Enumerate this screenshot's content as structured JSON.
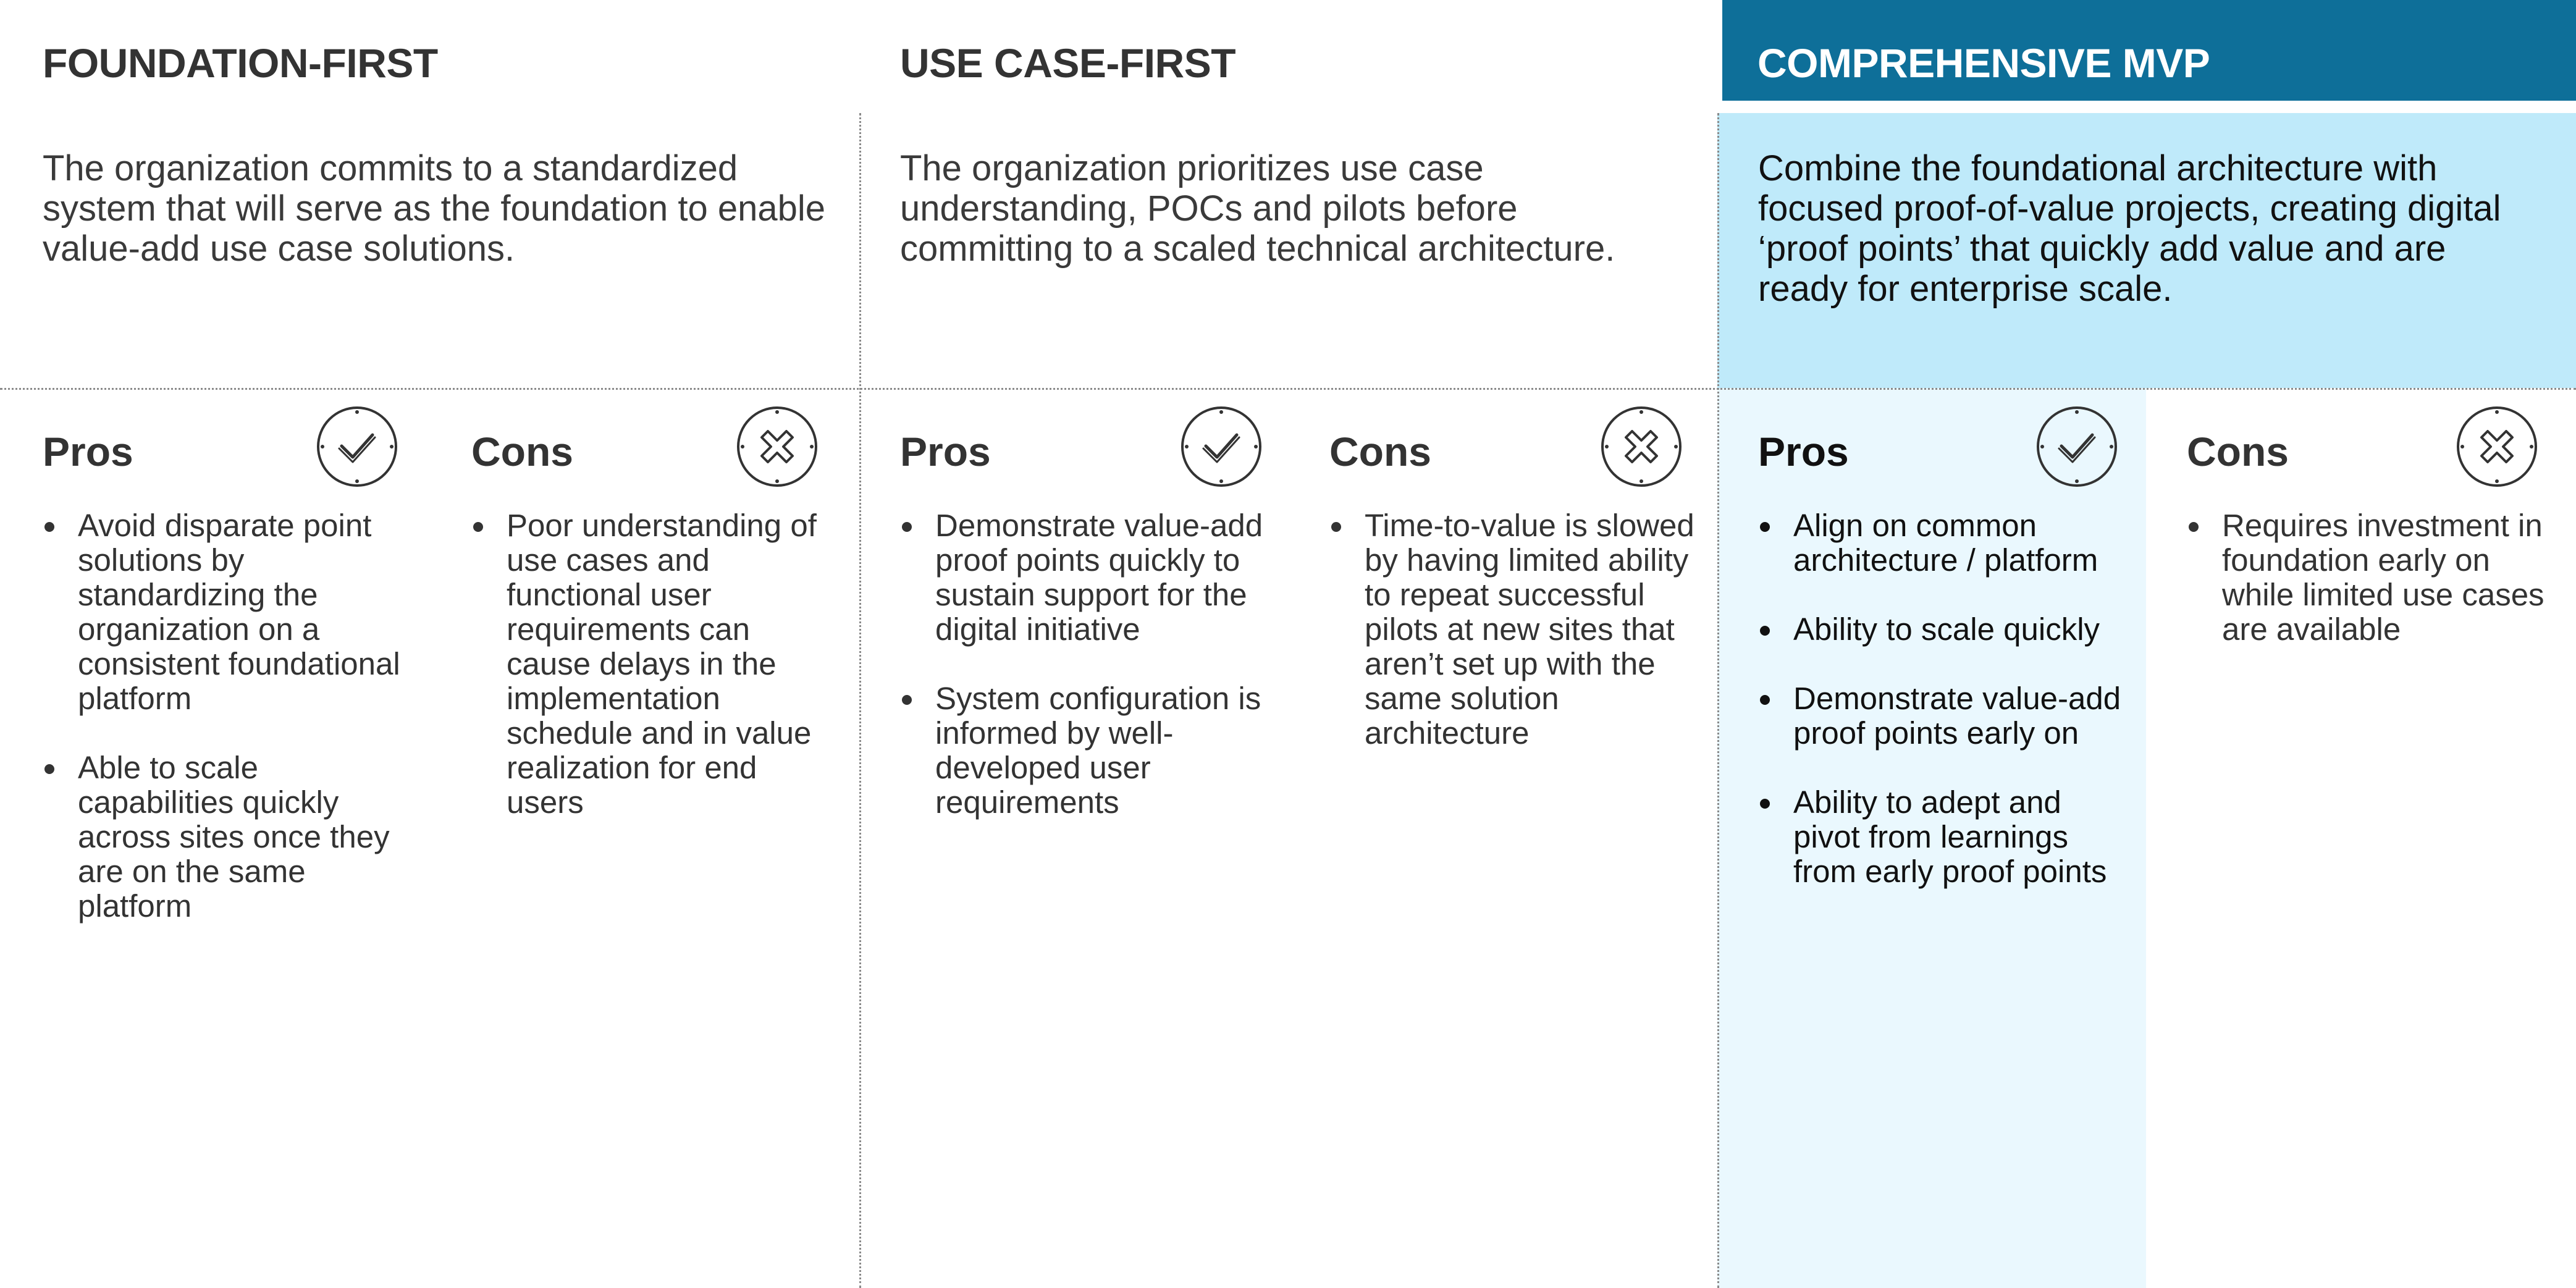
{
  "columns": [
    {
      "title": "FOUNDATION-FIRST",
      "description": "The organization commits to a standardized system that will serve as the foundation to enable value-add use case solutions.",
      "pros": {
        "label": "Pros",
        "items": [
          "Avoid disparate point solutions by standardizing the organization on a consistent foundational platform",
          "Able to scale capabilities quickly across sites once they are on the same platform"
        ]
      },
      "cons": {
        "label": "Cons",
        "items": [
          "Poor understanding of use cases and functional user requirements can cause delays in the implementation schedule and in value realization for end users"
        ]
      }
    },
    {
      "title": "USE CASE-FIRST",
      "description": "The organization prioritizes use case understanding, POCs and pilots before committing to a scaled technical architecture.",
      "pros": {
        "label": "Pros",
        "items": [
          "Demonstrate value-add proof points quickly to sustain support for the digital initiative",
          "System configuration is informed by well-developed user requirements"
        ]
      },
      "cons": {
        "label": "Cons",
        "items": [
          "Time-to-value is slowed by having limited ability to repeat successful pilots at new sites that aren’t set up with the same solution architecture"
        ]
      }
    },
    {
      "title": "COMPREHENSIVE MVP",
      "description": "Combine the foundational architecture with focused proof-of-value projects, creating digital ‘proof points’ that quickly add value and are ready for enterprise scale.",
      "pros": {
        "label": "Pros",
        "items": [
          "Align on common architecture / platform",
          "Ability to scale quickly",
          "Demonstrate value-add proof points early on",
          "Ability to adept and pivot from learnings from early proof points"
        ]
      },
      "cons": {
        "label": "Cons",
        "items": [
          "Requires investment in foundation early on while limited use cases are available"
        ]
      }
    }
  ],
  "icons": {
    "pros": "check-circle-icon",
    "cons": "x-circle-icon"
  },
  "colors": {
    "mvp_header": "#0e6f99",
    "mvp_description_bg": "#bfeafa",
    "mvp_pros_bg": "#eaf8fe",
    "text": "#333333"
  }
}
